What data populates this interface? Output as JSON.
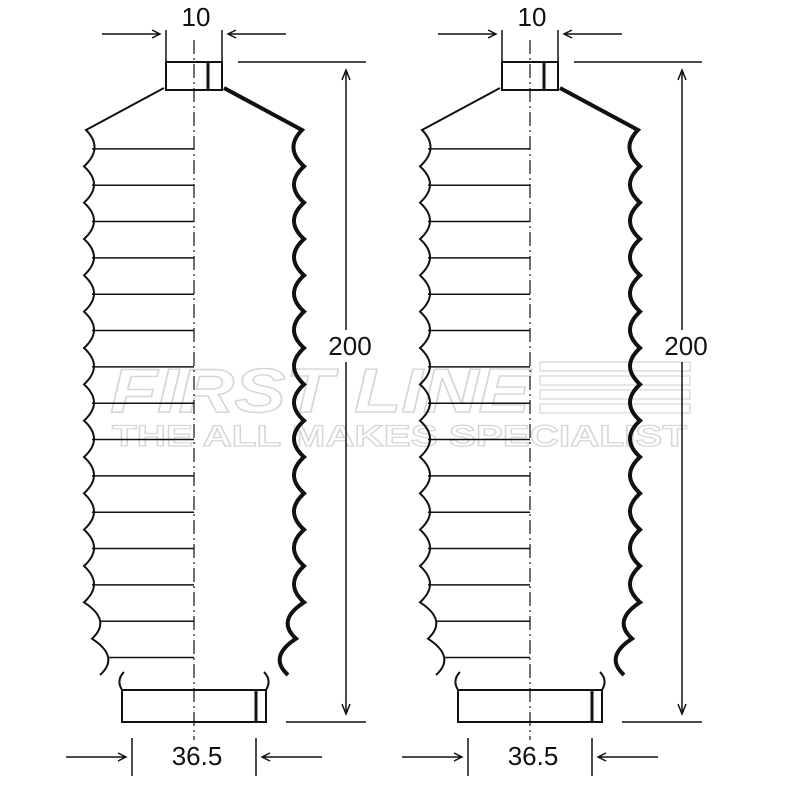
{
  "dimensions": {
    "top_width": "10",
    "height": "200",
    "bottom_width": "36.5"
  },
  "watermark": {
    "brand": "FIRST LINE",
    "tagline": "THE ALL MAKES SPECIALIST"
  },
  "boot_count": 2,
  "convolutions": 15,
  "colors": {
    "line": "#111111",
    "watermark": "#d6d6d6"
  }
}
